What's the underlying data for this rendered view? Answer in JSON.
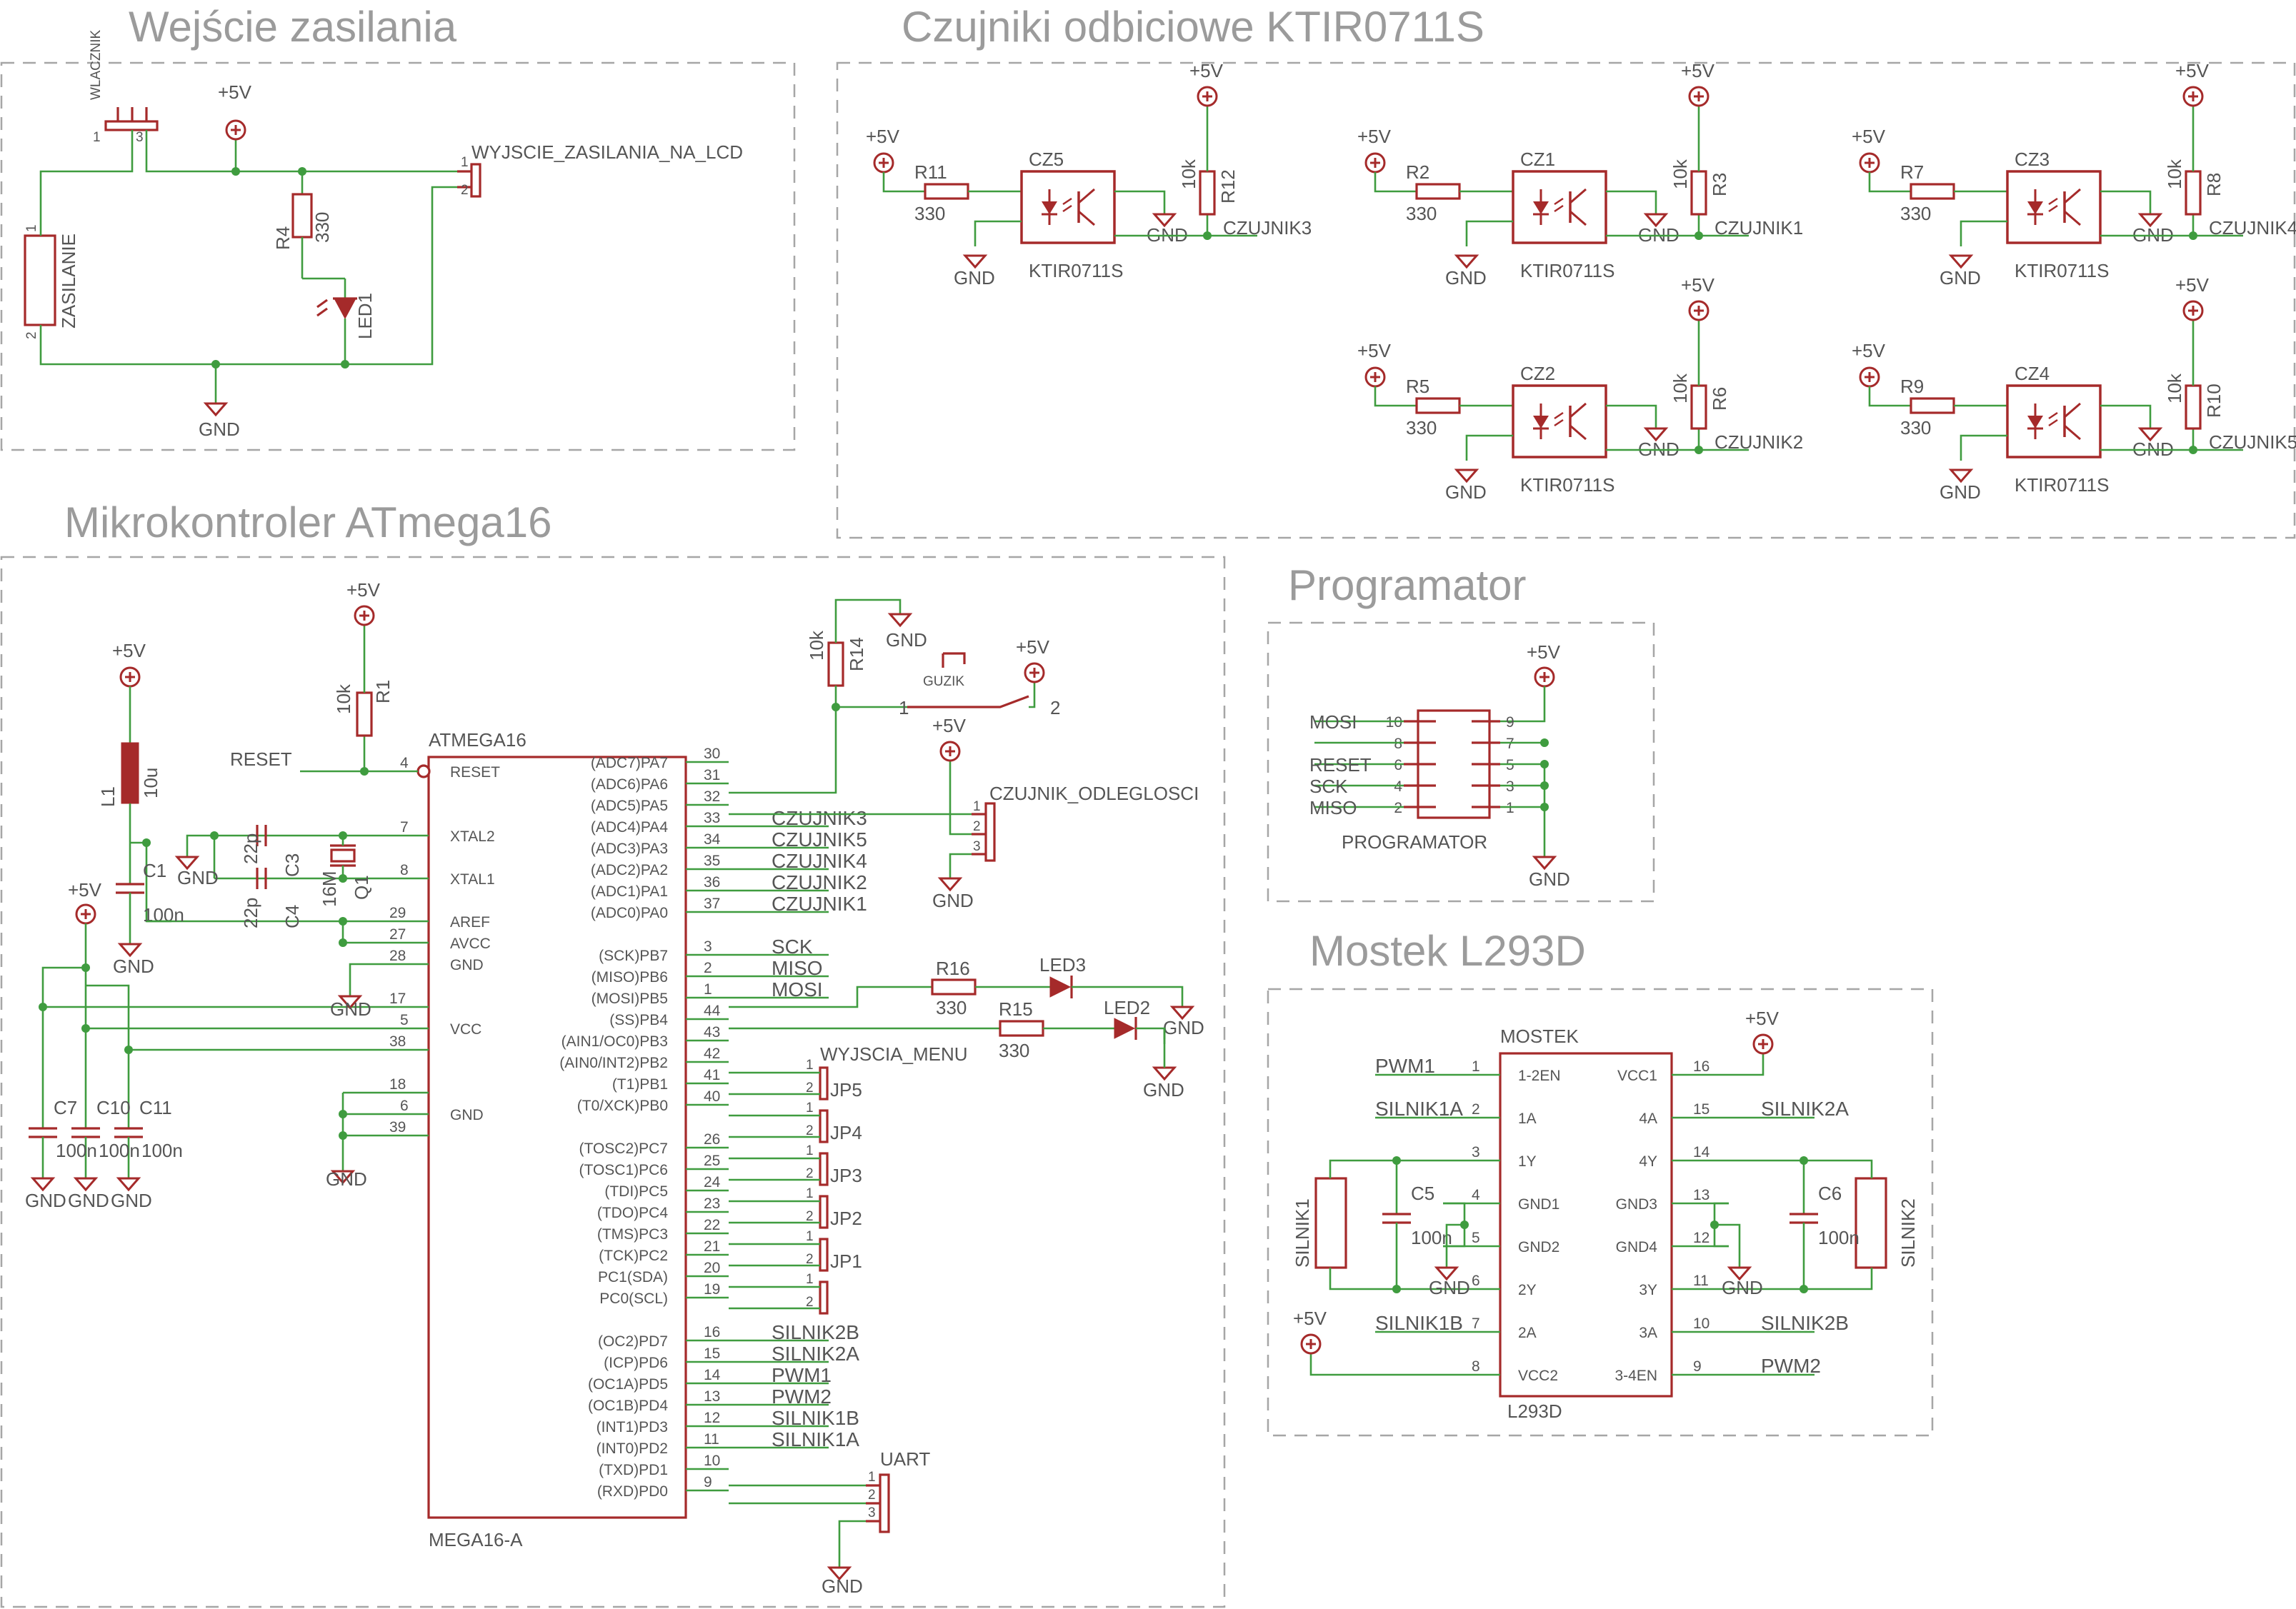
{
  "sections": {
    "power": "Wejście zasilania",
    "sensors": "Czujniki odbiciowe KTIR0711S",
    "mcu": "Mikrokontroler ATmega16",
    "programmer": "Programator",
    "bridge": "Mostek L293D"
  },
  "power": {
    "switch": "WLACZNIK",
    "connector": "ZASILANIE",
    "lcd_out": "WYJSCIE_ZASILANIA_NA_LCD",
    "supply": "+5V",
    "gnd": "GND",
    "r4_name": "R4",
    "r4_value": "330",
    "led": "LED1"
  },
  "sensors": {
    "supply": "+5V",
    "gnd": "GND",
    "part_type": "KTIR0711S",
    "pullup_value": "10k",
    "series_value": "330",
    "channels": [
      {
        "cz": "CZ5",
        "rin": "R11",
        "rpu": "R12",
        "out": "CZUJNIK3"
      },
      {
        "cz": "CZ1",
        "rin": "R2",
        "rpu": "R3",
        "out": "CZUJNIK1"
      },
      {
        "cz": "CZ3",
        "rin": "R7",
        "rpu": "R8",
        "out": "CZUJNIK4"
      },
      {
        "cz": "CZ2",
        "rin": "R5",
        "rpu": "R6",
        "out": "CZUJNIK2"
      },
      {
        "cz": "CZ4",
        "rin": "R9",
        "rpu": "R10",
        "out": "CZUJNIK5"
      }
    ]
  },
  "mcu": {
    "name": "ATMEGA16",
    "variant": "MEGA16-A",
    "reset_net": "RESET",
    "supply": "+5V",
    "gnd": "GND",
    "r1": "R1",
    "r1_value": "10k",
    "l1": "L1",
    "l1_value": "10u",
    "c1": "C1",
    "c1_value": "100n",
    "c3": "C3",
    "c4": "C4",
    "cap22": "22p",
    "q1": "Q1",
    "q1_value": "16M",
    "c7": "C7",
    "c10": "C10",
    "c11": "C11",
    "cap100": "100n",
    "r14": "R14",
    "r14_value": "10k",
    "button": "GUZIK",
    "btn_pin1": "1",
    "btn_pin2": "2",
    "dist_conn": "CZUJNIK_ODLEGLOSCI",
    "r15": "R15",
    "r16": "R16",
    "r_led_value": "330",
    "led2": "LED2",
    "led3": "LED3",
    "menu_conn": "WYJSCIA_MENU",
    "jp": [
      "JP5",
      "JP4",
      "JP3",
      "JP2",
      "JP1"
    ],
    "uart": "UART",
    "left_pins": [
      {
        "num": "4",
        "name": "RESET"
      },
      {
        "num": "7",
        "name": "XTAL2"
      },
      {
        "num": "8",
        "name": "XTAL1"
      },
      {
        "num": "29",
        "name": "AREF"
      },
      {
        "num": "27",
        "name": "AVCC"
      },
      {
        "num": "28",
        "name": "GND"
      },
      {
        "num": "17",
        "name": ""
      },
      {
        "num": "5",
        "name": "VCC"
      },
      {
        "num": "38",
        "name": ""
      },
      {
        "num": "18",
        "name": ""
      },
      {
        "num": "6",
        "name": "GND"
      },
      {
        "num": "39",
        "name": ""
      }
    ],
    "right_pins": [
      {
        "num": "30",
        "name": "(ADC7)PA7",
        "net": ""
      },
      {
        "num": "31",
        "name": "(ADC6)PA6",
        "net": ""
      },
      {
        "num": "32",
        "name": "(ADC5)PA5",
        "net": ""
      },
      {
        "num": "33",
        "name": "(ADC4)PA4",
        "net": "CZUJNIK3"
      },
      {
        "num": "34",
        "name": "(ADC3)PA3",
        "net": "CZUJNIK5"
      },
      {
        "num": "35",
        "name": "(ADC2)PA2",
        "net": "CZUJNIK4"
      },
      {
        "num": "36",
        "name": "(ADC1)PA1",
        "net": "CZUJNIK2"
      },
      {
        "num": "37",
        "name": "(ADC0)PA0",
        "net": "CZUJNIK1"
      },
      {
        "num": "3",
        "name": "(SCK)PB7",
        "net": "SCK"
      },
      {
        "num": "2",
        "name": "(MISO)PB6",
        "net": "MISO"
      },
      {
        "num": "1",
        "name": "(MOSI)PB5",
        "net": "MOSI"
      },
      {
        "num": "44",
        "name": "(SS)PB4",
        "net": ""
      },
      {
        "num": "43",
        "name": "(AIN1/OC0)PB3",
        "net": ""
      },
      {
        "num": "42",
        "name": "(AIN0/INT2)PB2",
        "net": ""
      },
      {
        "num": "41",
        "name": "(T1)PB1",
        "net": ""
      },
      {
        "num": "40",
        "name": "(T0/XCK)PB0",
        "net": ""
      },
      {
        "num": "26",
        "name": "(TOSC2)PC7",
        "net": ""
      },
      {
        "num": "25",
        "name": "(TOSC1)PC6",
        "net": ""
      },
      {
        "num": "24",
        "name": "(TDI)PC5",
        "net": ""
      },
      {
        "num": "23",
        "name": "(TDO)PC4",
        "net": ""
      },
      {
        "num": "22",
        "name": "(TMS)PC3",
        "net": ""
      },
      {
        "num": "21",
        "name": "(TCK)PC2",
        "net": ""
      },
      {
        "num": "20",
        "name": "PC1(SDA)",
        "net": ""
      },
      {
        "num": "19",
        "name": "PC0(SCL)",
        "net": ""
      },
      {
        "num": "16",
        "name": "(OC2)PD7",
        "net": "SILNIK2B"
      },
      {
        "num": "15",
        "name": "(ICP)PD6",
        "net": "SILNIK2A"
      },
      {
        "num": "14",
        "name": "(OC1A)PD5",
        "net": "PWM1"
      },
      {
        "num": "13",
        "name": "(OC1B)PD4",
        "net": "PWM2"
      },
      {
        "num": "12",
        "name": "(INT1)PD3",
        "net": "SILNIK1B"
      },
      {
        "num": "11",
        "name": "(INT0)PD2",
        "net": "SILNIK1A"
      },
      {
        "num": "10",
        "name": "(TXD)PD1",
        "net": ""
      },
      {
        "num": "9",
        "name": "(RXD)PD0",
        "net": ""
      }
    ]
  },
  "programmer": {
    "supply": "+5V",
    "gnd": "GND",
    "name": "PROGRAMATOR",
    "left_nums": [
      "10",
      "8",
      "6",
      "4",
      "2"
    ],
    "right_nums": [
      "9",
      "7",
      "5",
      "3",
      "1"
    ],
    "nets": {
      "mosi": "MOSI",
      "reset": "RESET",
      "sck": "SCK",
      "miso": "MISO"
    }
  },
  "bridge": {
    "name": "MOSTEK",
    "type": "L293D",
    "supply": "+5V",
    "gnd": "GND",
    "silnik1": "SILNIK1",
    "silnik2": "SILNIK2",
    "c5": "C5",
    "c6": "C6",
    "cap": "100n",
    "left_pins": [
      {
        "num": "1",
        "name": "1-2EN",
        "net": "PWM1"
      },
      {
        "num": "2",
        "name": "1A",
        "net": "SILNIK1A"
      },
      {
        "num": "3",
        "name": "1Y",
        "net": ""
      },
      {
        "num": "4",
        "name": "GND1",
        "net": ""
      },
      {
        "num": "5",
        "name": "GND2",
        "net": ""
      },
      {
        "num": "6",
        "name": "2Y",
        "net": ""
      },
      {
        "num": "7",
        "name": "2A",
        "net": "SILNIK1B"
      },
      {
        "num": "8",
        "name": "VCC2",
        "net": ""
      }
    ],
    "right_pins": [
      {
        "num": "16",
        "name": "VCC1",
        "net": ""
      },
      {
        "num": "15",
        "name": "4A",
        "net": "SILNIK2A"
      },
      {
        "num": "14",
        "name": "4Y",
        "net": ""
      },
      {
        "num": "13",
        "name": "GND3",
        "net": ""
      },
      {
        "num": "12",
        "name": "GND4",
        "net": ""
      },
      {
        "num": "11",
        "name": "3Y",
        "net": ""
      },
      {
        "num": "10",
        "name": "3A",
        "net": "SILNIK2B"
      },
      {
        "num": "9",
        "name": "3-4EN",
        "net": "PWM2"
      }
    ]
  }
}
